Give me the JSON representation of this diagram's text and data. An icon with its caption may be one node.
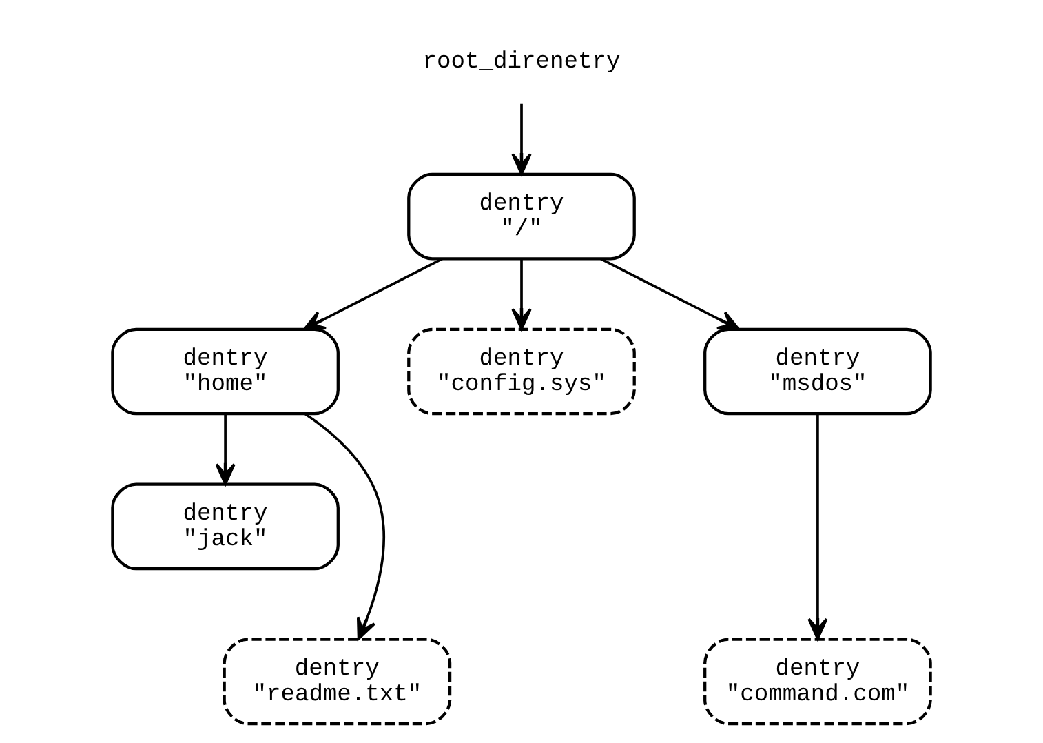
{
  "diagram": {
    "nodes": [
      {
        "text": [
          "root_direnetry"
        ]
      },
      {
        "text": [
          "dentry",
          "\"/\""
        ]
      },
      {
        "text": [
          "dentry",
          "\"home\""
        ]
      },
      {
        "text": [
          "dentry",
          "\"config.sys\""
        ]
      },
      {
        "text": [
          "dentry",
          "\"msdos\""
        ]
      },
      {
        "text": [
          "dentry",
          "\"jack\""
        ]
      },
      {
        "text": [
          "dentry",
          "\"readme.txt\""
        ]
      },
      {
        "text": [
          "dentry",
          "\"command.com\""
        ]
      }
    ],
    "edges": [
      {
        "from": 0,
        "to": 1,
        "arrow": "to"
      },
      {
        "from": 1,
        "to": 2,
        "arrow": "to"
      },
      {
        "from": 1,
        "to": 3,
        "arrow": "to"
      },
      {
        "from": 1,
        "to": 4,
        "arrow": "to"
      },
      {
        "from": 2,
        "to": 5,
        "arrow": "to"
      },
      {
        "from": 2,
        "to": 6,
        "arrow": "to"
      },
      {
        "from": 4,
        "to": 7,
        "arrow": "to"
      }
    ]
  }
}
